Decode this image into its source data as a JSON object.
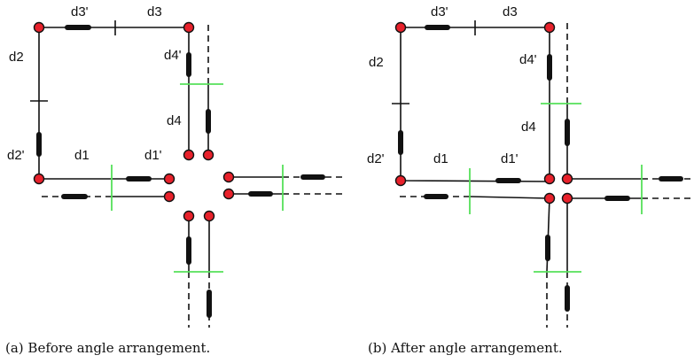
{
  "panel_a": {
    "caption": "(a) Before angle arrangement.",
    "labels": {
      "d1": "d1",
      "d1p": "d1'",
      "d2": "d2",
      "d2p": "d2'",
      "d3": "d3",
      "d3p": "d3'",
      "d4": "d4",
      "d4p": "d4'"
    }
  },
  "panel_b": {
    "caption": "(b) After angle arrangement.",
    "labels": {
      "d1": "d1",
      "d1p": "d1'",
      "d2": "d2",
      "d2p": "d2'",
      "d3": "d3",
      "d3p": "d3'",
      "d4": "d4",
      "d4p": "d4'"
    }
  },
  "colors": {
    "node_fill": "#e8212b",
    "marker_green": "#55e05a",
    "line": "#111111"
  }
}
